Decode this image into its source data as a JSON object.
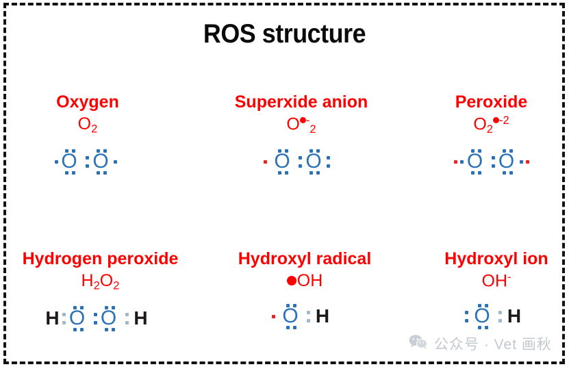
{
  "title": "ROS structure",
  "colors": {
    "label_red": "#ff0000",
    "atom_blue": "#2a72b5",
    "radical_red": "#e8251f",
    "atom_black": "#1a1a1a",
    "border_black": "#111111",
    "watermark_gray": "#c2c8cf"
  },
  "species": [
    {
      "id": "oxygen",
      "name": "Oxygen",
      "formula_main": "O",
      "formula_sub": "2",
      "formula_sup": "",
      "lewis_atoms": [
        "O",
        "O"
      ],
      "radical": false,
      "charge": ""
    },
    {
      "id": "superoxide-anion",
      "name": "Superxide anion",
      "formula_main": "O",
      "formula_sub": "2",
      "formula_sup": "-",
      "lewis_atoms": [
        "O",
        "O"
      ],
      "radical": true,
      "charge": "-1"
    },
    {
      "id": "peroxide",
      "name": "Peroxide",
      "formula_main": "O",
      "formula_sub": "2",
      "formula_sup": "-2",
      "lewis_atoms": [
        "O",
        "O"
      ],
      "radical": true,
      "charge": "-2"
    },
    {
      "id": "hydrogen-peroxide",
      "name": "Hydrogen peroxide",
      "formula_main": "H",
      "formula_sub": "2",
      "formula_main2": "O",
      "formula_sub2": "2",
      "lewis_atoms": [
        "H",
        "O",
        "O",
        "H"
      ],
      "radical": false,
      "charge": ""
    },
    {
      "id": "hydroxyl-radical",
      "name": "Hydroxyl radical",
      "formula_main": "OH",
      "formula_sub": "",
      "formula_sup": "",
      "lewis_atoms": [
        "O",
        "H"
      ],
      "radical": true,
      "charge": ""
    },
    {
      "id": "hydroxyl-ion",
      "name": "Hydroxyl ion",
      "formula_main": "OH",
      "formula_sub": "",
      "formula_sup": "-",
      "lewis_atoms": [
        "O",
        "H"
      ],
      "radical": false,
      "charge": "-1"
    }
  ],
  "watermark": {
    "icon": "wechat-icon",
    "text": "公众号 · Vet 画秋"
  }
}
